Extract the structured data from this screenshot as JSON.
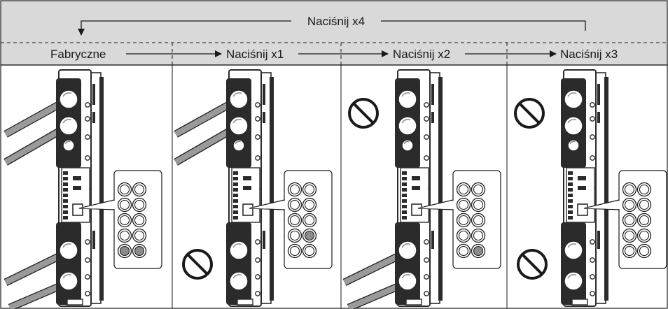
{
  "header": {
    "cycle_label": "Naciśnij x4",
    "steps": [
      {
        "label": "Fabryczne"
      },
      {
        "label": "Naciśnij x1"
      },
      {
        "label": "Naciśnij x2"
      },
      {
        "label": "Naciśnij x3"
      }
    ]
  },
  "panels": [
    {
      "top_beam": true,
      "bottom_beam": true,
      "top_prohibited": false,
      "bottom_prohibited": false,
      "led_lit": [
        [
          4,
          1
        ],
        [
          4,
          2
        ]
      ]
    },
    {
      "top_beam": true,
      "bottom_beam": false,
      "top_prohibited": false,
      "bottom_prohibited": true,
      "led_lit": [
        [
          3,
          2
        ]
      ]
    },
    {
      "top_beam": false,
      "bottom_beam": true,
      "top_prohibited": true,
      "bottom_prohibited": false,
      "led_lit": [
        [
          4,
          2
        ]
      ]
    },
    {
      "top_beam": false,
      "bottom_beam": false,
      "top_prohibited": true,
      "bottom_prohibited": true,
      "led_lit": []
    }
  ],
  "colors": {
    "header_bg": "#d9d9d9",
    "line": "#1a1a1a",
    "beam": "#9a9a9a",
    "led_lit": "#8c8c8c",
    "device_dark": "#2b2b2b",
    "device_light": "#ffffff"
  }
}
